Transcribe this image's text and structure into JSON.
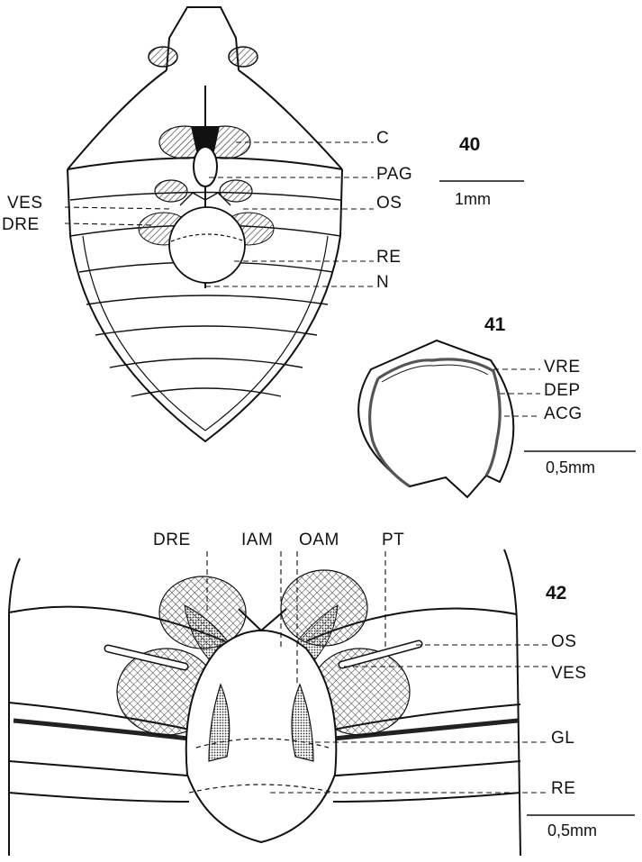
{
  "figures": {
    "fig40": {
      "number": "40",
      "scale": "1mm",
      "labels": {
        "C": "C",
        "PAG": "PAG",
        "OS": "OS",
        "RE": "RE",
        "N": "N",
        "VES": "VES",
        "DRE": "DRE"
      }
    },
    "fig41": {
      "number": "41",
      "scale": "0,5mm",
      "labels": {
        "VRE": "VRE",
        "DEP": "DEP",
        "ACG": "ACG"
      }
    },
    "fig42": {
      "number": "42",
      "scale": "0,5mm",
      "labels": {
        "DRE": "DRE",
        "IAM": "IAM",
        "OAM": "OAM",
        "PT": "PT",
        "OS": "OS",
        "VES": "VES",
        "GL": "GL",
        "RE": "RE"
      }
    }
  },
  "colors": {
    "ink": "#111111",
    "paper": "#ffffff"
  }
}
